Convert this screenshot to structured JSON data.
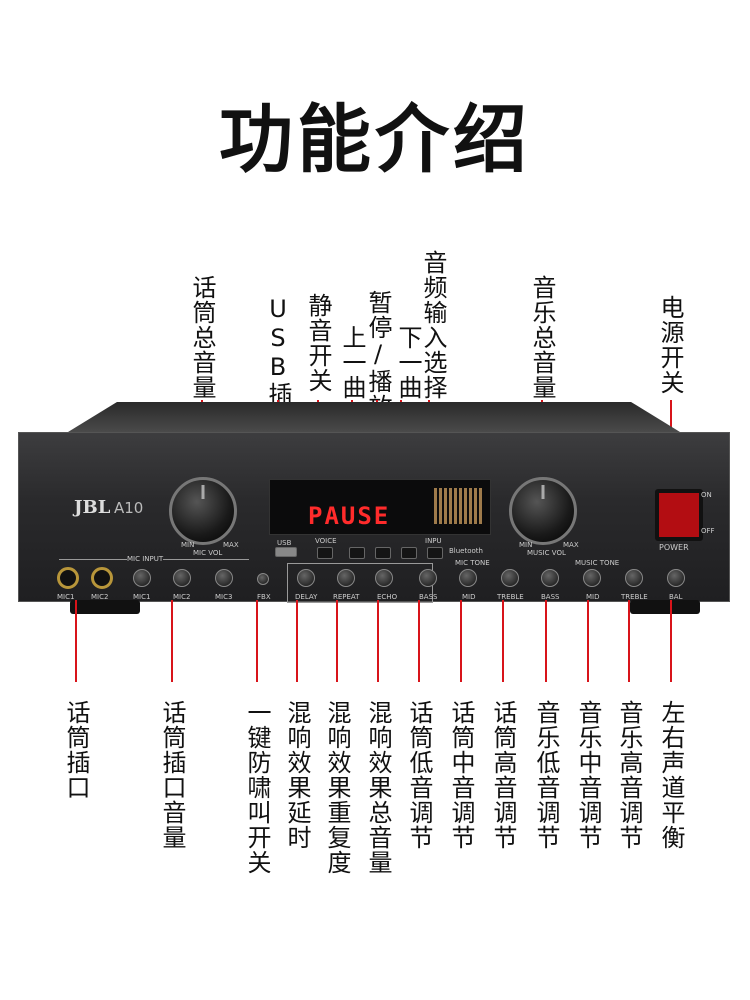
{
  "title": "功能介绍",
  "top_labels": [
    {
      "id": "mic-master-volume",
      "text": "话筒总音量"
    },
    {
      "id": "usb-port",
      "text": "USB插口"
    },
    {
      "id": "mute-switch",
      "text": "静音开关"
    },
    {
      "id": "previous-track",
      "text": "上一曲"
    },
    {
      "id": "pause-play",
      "text": "暂停/播放"
    },
    {
      "id": "next-track",
      "text": "下一曲"
    },
    {
      "id": "audio-input-select",
      "text": "音频输入选择"
    },
    {
      "id": "music-master-volume",
      "text": "音乐总音量"
    },
    {
      "id": "power-switch",
      "text": "电源开关"
    }
  ],
  "bottom_labels": [
    {
      "id": "mic-jack",
      "text": "话筒插口"
    },
    {
      "id": "mic-jack-volume",
      "text": "话筒插口音量"
    },
    {
      "id": "feedback-suppress",
      "text": "一键防啸叫开关"
    },
    {
      "id": "reverb-delay",
      "text": "混响效果延时"
    },
    {
      "id": "reverb-repeat",
      "text": "混响效果重复度"
    },
    {
      "id": "reverb-volume",
      "text": "混响效果总音量"
    },
    {
      "id": "mic-bass",
      "text": "话筒低音调节"
    },
    {
      "id": "mic-mid",
      "text": "话筒中音调节"
    },
    {
      "id": "mic-treble",
      "text": "话筒高音调节"
    },
    {
      "id": "music-bass",
      "text": "音乐低音调节"
    },
    {
      "id": "music-mid",
      "text": "音乐中音调节"
    },
    {
      "id": "music-treble",
      "text": "音乐高音调节"
    },
    {
      "id": "balance",
      "text": "左右声道平衡"
    }
  ],
  "panel": {
    "brand": "JBL",
    "model": "A10",
    "display_text": "PAUSE",
    "mic_vol": "MIC VOL",
    "music_vol": "MUSIC VOL",
    "min": "MIN",
    "max": "MAX",
    "power": "POWER",
    "on": "ON",
    "off": "OFF",
    "voice": "VOICE",
    "input": "INPU",
    "usb": "USB",
    "bluetooth": "Bluetooth",
    "mic_input": "MIC INPUT",
    "mic_tone": "MIC TONE",
    "music_tone": "MUSIC TONE",
    "echo": "ECHO",
    "fbx": "FBX",
    "mic1": "MIC1",
    "mic2": "MIC2",
    "mic3": "MIC3",
    "delay": "DELAY",
    "repeat": "REPEAT",
    "bass": "BASS",
    "mid": "MID",
    "treble": "TREBLE",
    "bal": "BAL"
  },
  "colors": {
    "leader_line": "#d8141a",
    "text": "#111111",
    "panel": "#2a2a2c"
  }
}
